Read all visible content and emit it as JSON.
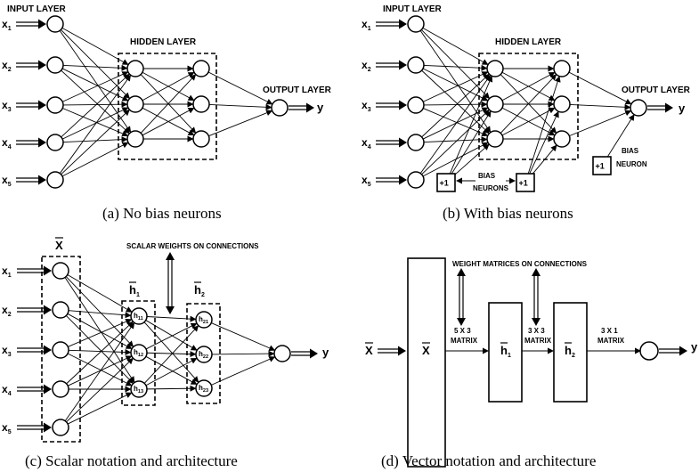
{
  "panel_a": {
    "input_layer": "INPUT LAYER",
    "hidden_layer": "HIDDEN LAYER",
    "output_layer": "OUTPUT LAYER",
    "inputs": [
      "x",
      "x",
      "x",
      "x",
      "x"
    ],
    "input_subs": [
      "1",
      "2",
      "3",
      "4",
      "5"
    ],
    "output": "y",
    "caption": "(a) No bias neurons"
  },
  "panel_b": {
    "input_layer": "INPUT LAYER",
    "hidden_layer": "HIDDEN LAYER",
    "output_layer": "OUTPUT LAYER",
    "inputs": [
      "x",
      "x",
      "x",
      "x",
      "x"
    ],
    "input_subs": [
      "1",
      "2",
      "3",
      "4",
      "5"
    ],
    "output": "y",
    "bias_plus": "+1",
    "bias_neurons_line1": "BIAS",
    "bias_neurons_line2": "NEURONS",
    "bias_neuron_line1": "BIAS",
    "bias_neuron_line2": "NEURON",
    "caption": "(b) With bias neurons"
  },
  "panel_c": {
    "x_bar": "X",
    "h1_bar": "h",
    "h1_sub": "1",
    "h2_bar": "h",
    "h2_sub": "2",
    "scalar_weights": "SCALAR WEIGHTS ON CONNECTIONS",
    "inputs": [
      "x",
      "x",
      "x",
      "x",
      "x"
    ],
    "input_subs": [
      "1",
      "2",
      "3",
      "4",
      "5"
    ],
    "h1_nodes": [
      "h",
      "h",
      "h"
    ],
    "h1_subs": [
      "11",
      "12",
      "13"
    ],
    "h2_nodes": [
      "h",
      "h",
      "h"
    ],
    "h2_subs": [
      "21",
      "22",
      "23"
    ],
    "output": "y",
    "caption": "(c) Scalar notation and architecture"
  },
  "panel_d": {
    "input": "X",
    "weight_matrices": "WEIGHT MATRICES ON CONNECTIONS",
    "x_box": "X",
    "m1_dims": "5 X 3",
    "m1_label": "MATRIX",
    "h1_box": "h",
    "h1_sub": "1",
    "m2_dims": "3 X 3",
    "m2_label": "MATRIX",
    "h2_box": "h",
    "h2_sub": "2",
    "m3_dims": "3 X 1",
    "m3_label": "MATRIX",
    "output": "y",
    "caption": "(d) Vector notation and architecture"
  }
}
